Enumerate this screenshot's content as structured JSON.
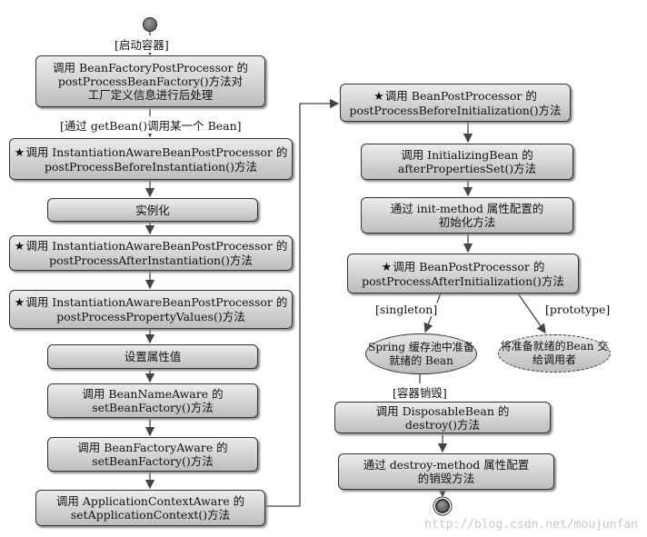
{
  "start_label": "[启动容器]",
  "get_bean_label": "[通过 getBean()调用某一个 Bean]",
  "destroy_label": "[容器销毁]",
  "singleton_label": "[singleton]",
  "prototype_label": "[prototype]",
  "left_steps": [
    {
      "star": false,
      "lines": [
        "调用 BeanFactoryPostProcessor 的",
        "postProcessBeanFactory()方法对",
        "工厂定义信息进行后处理"
      ]
    },
    {
      "star": true,
      "lines": [
        "调用 InstantiationAwareBeanPostProcessor 的",
        "postProcessBeforeInstantiation()方法"
      ]
    },
    {
      "star": false,
      "lines": [
        "实例化"
      ]
    },
    {
      "star": true,
      "lines": [
        "调用 InstantiationAwareBeanPostProcessor 的",
        "postProcessAfterInstantiation()方法"
      ]
    },
    {
      "star": true,
      "lines": [
        "调用 InstantiationAwareBeanPostProcessor 的",
        "postProcessPropertyValues()方法"
      ]
    },
    {
      "star": false,
      "lines": [
        "设置属性值"
      ]
    },
    {
      "star": false,
      "lines": [
        "调用 BeanNameAware 的",
        "setBeanFactory()方法"
      ]
    },
    {
      "star": false,
      "lines": [
        "调用 BeanFactoryAware 的",
        "setBeanFactory()方法"
      ]
    },
    {
      "star": false,
      "lines": [
        "调用 ApplicationContextAware 的",
        "setApplicationContext()方法"
      ]
    }
  ],
  "right_steps": [
    {
      "star": true,
      "lines": [
        "调用 BeanPostProcessor 的",
        "postProcessBeforeInitialization()方法"
      ]
    },
    {
      "star": false,
      "lines": [
        "调用 InitializingBean 的",
        "afterPropertiesSet()方法"
      ]
    },
    {
      "star": false,
      "lines": [
        "通过 init-method 属性配置的",
        "初始化方法"
      ]
    },
    {
      "star": true,
      "lines": [
        "调用 BeanPostProcessor 的",
        "postProcessAfterInitialization()方法"
      ]
    },
    {
      "star": false,
      "lines": [
        "调用 DisposableBean 的",
        "destroy()方法"
      ]
    },
    {
      "star": false,
      "lines": [
        "通过 destroy-method 属性配置",
        "的销毁方法"
      ]
    }
  ],
  "singleton_pool": [
    "Spring 缓存池中",
    "准备就绪的 Bean"
  ],
  "prototype_handoff": [
    "将准备就绪的",
    "Bean 交给调用者"
  ],
  "watermark": "http://blog.csdn.net/moujunfan"
}
